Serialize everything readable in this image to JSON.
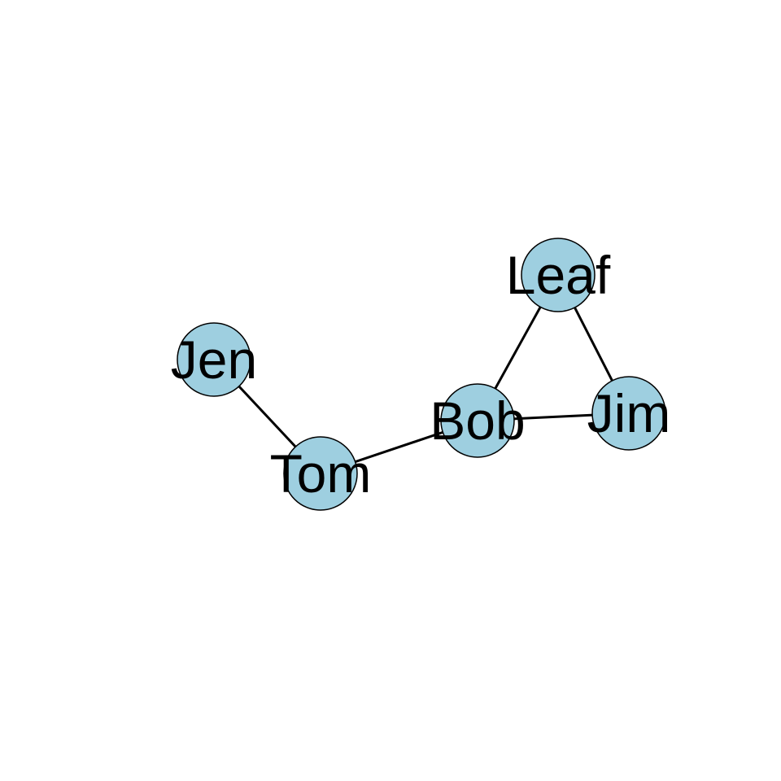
{
  "graph": {
    "node_fill": "#9ecfe0",
    "node_stroke": "#000000",
    "edge_color": "#000000",
    "label_color": "#000000",
    "nodes": [
      {
        "id": "leaf",
        "label": "Leaf"
      },
      {
        "id": "jen",
        "label": "Jen"
      },
      {
        "id": "bob",
        "label": "Bob"
      },
      {
        "id": "jim",
        "label": "Jim"
      },
      {
        "id": "tom",
        "label": "Tom"
      }
    ],
    "edges": [
      {
        "source": "jen",
        "target": "tom"
      },
      {
        "source": "tom",
        "target": "bob"
      },
      {
        "source": "bob",
        "target": "leaf"
      },
      {
        "source": "bob",
        "target": "jim"
      },
      {
        "source": "leaf",
        "target": "jim"
      }
    ]
  }
}
